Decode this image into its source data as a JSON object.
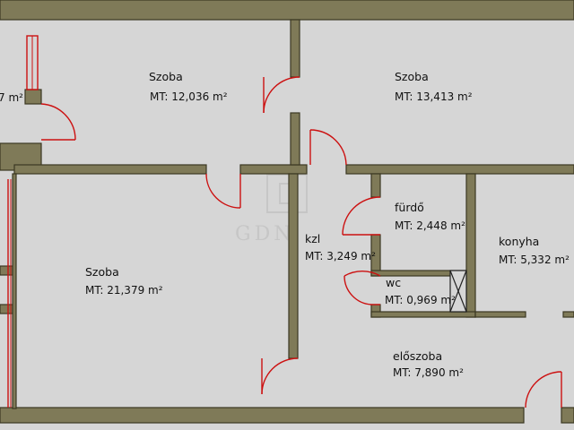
{
  "plan": {
    "floor_color": "#d6d6d6",
    "wall_color": "#7f7a58",
    "door_color": "#cc1111",
    "watermark": "GDN",
    "rooms": {
      "szoba_top_left": {
        "name": "Szoba",
        "area": "MT: 12,036 m²"
      },
      "szoba_top_right": {
        "name": "Szoba",
        "area": "MT: 13,413 m²"
      },
      "szoba_left": {
        "name": "Szoba",
        "area": "MT: 21,379 m²"
      },
      "furdo": {
        "name": "fürdő",
        "area": "MT: 2,448 m²"
      },
      "kzl": {
        "name": "kzl",
        "area": "MT: 3,249 m²"
      },
      "konyha": {
        "name": "konyha",
        "area": "MT: 5,332 m²"
      },
      "wc": {
        "name": "wc",
        "area": "MT: 0,969 m²"
      },
      "eloszoba": {
        "name": "előszoba",
        "area": "MT: 7,890 m²"
      },
      "partial": {
        "area": "7 m²"
      }
    }
  }
}
